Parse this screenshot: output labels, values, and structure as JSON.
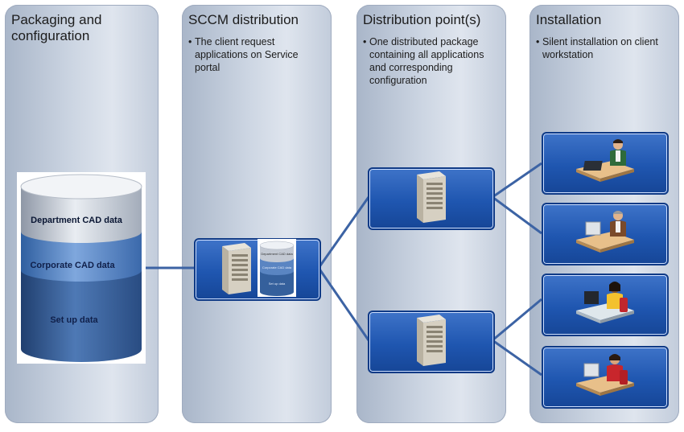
{
  "columns": [
    {
      "title": "Packaging and configuration",
      "bullets": []
    },
    {
      "title": "SCCM distribution",
      "bullets": [
        "The client request applications on Service portal"
      ]
    },
    {
      "title": "Distribution point(s)",
      "bullets": [
        "One distributed package containing all applications and corresponding configuration"
      ]
    },
    {
      "title": "Installation",
      "bullets": [
        "Silent installation on client workstation"
      ]
    }
  ],
  "database": {
    "layers": [
      "Department CAD data",
      "Corporate CAD data",
      "Set up data"
    ]
  },
  "mini_database": {
    "layers": [
      "Department CAD data",
      "Corporate CAD data",
      "Set up data"
    ]
  },
  "colors": {
    "box_blue": "#1f56b0",
    "connector": "#3c63a4",
    "column_bg": "#cdd6e3"
  },
  "icons": [
    "server-icon",
    "database-icon",
    "user-workstation-icon"
  ]
}
